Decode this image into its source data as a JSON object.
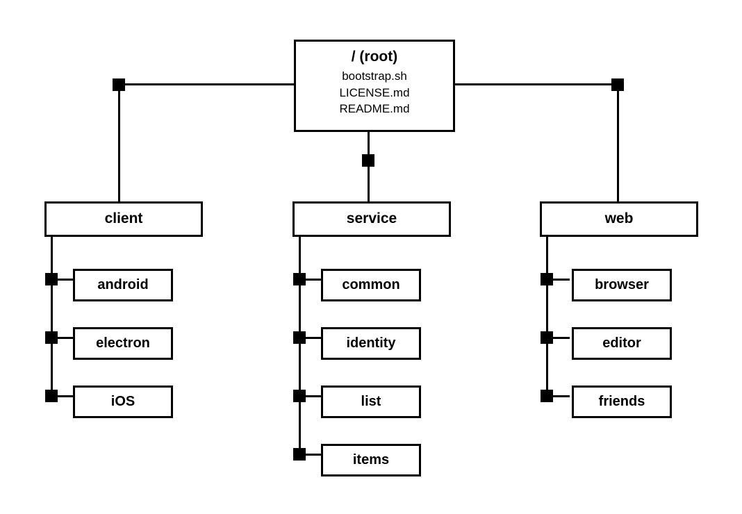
{
  "diagram": {
    "type": "directory-tree",
    "root": {
      "name": "/ (root)",
      "files": [
        "bootstrap.sh",
        "LICENSE.md",
        "README.md"
      ]
    },
    "branches": [
      {
        "name": "client",
        "children": [
          "android",
          "electron",
          "iOS"
        ]
      },
      {
        "name": "service",
        "children": [
          "common",
          "identity",
          "list",
          "items"
        ]
      },
      {
        "name": "web",
        "children": [
          "browser",
          "editor",
          "friends"
        ]
      }
    ],
    "colors": {
      "stroke": "#000000",
      "fill": "#ffffff",
      "joint": "#000000"
    }
  }
}
